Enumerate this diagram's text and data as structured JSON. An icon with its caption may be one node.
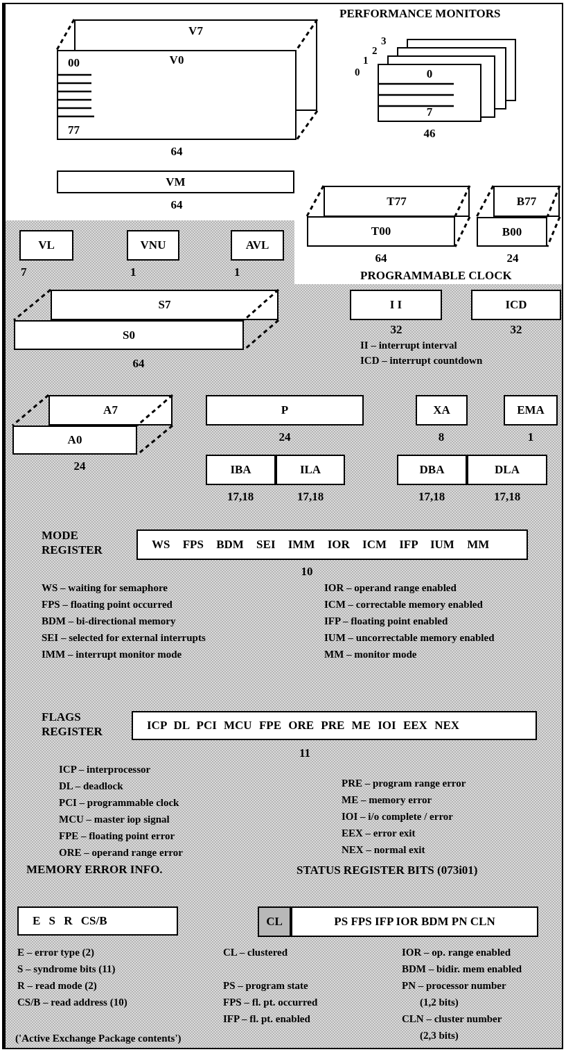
{
  "diagram": {
    "nodes": [
      {
        "text": [
          "V7"
        ]
      },
      {
        "text": [
          "00",
          "V0",
          "77"
        ],
        "beside": [
          "64"
        ]
      },
      {
        "text": [],
        "shape": "box"
      },
      {
        "text": [],
        "shape": "box"
      },
      {
        "text": [],
        "shape": "box"
      },
      {
        "text": [
          "0",
          "7"
        ],
        "beside": [
          "46"
        ]
      },
      {
        "text": [
          "VM"
        ],
        "beside": [
          "64"
        ]
      },
      {
        "text": [
          "T77"
        ]
      },
      {
        "text": [
          "T00"
        ],
        "beside": [
          "64"
        ]
      },
      {
        "text": [
          "B77"
        ]
      },
      {
        "text": [
          "B00"
        ],
        "beside": [
          "24"
        ]
      },
      {
        "text": [
          "VL"
        ],
        "beside": [
          "7"
        ]
      },
      {
        "text": [
          "VNU"
        ],
        "beside": [
          "1"
        ]
      },
      {
        "text": [
          "AVL"
        ],
        "beside": [
          "1"
        ]
      },
      {
        "text": [
          "S7"
        ]
      },
      {
        "text": [
          "S0"
        ],
        "beside": [
          "64"
        ]
      },
      {
        "text": [
          "I I"
        ],
        "beside": [
          "32"
        ]
      },
      {
        "text": [
          "ICD"
        ],
        "beside": [
          "32"
        ]
      },
      {
        "text": [
          "A7"
        ]
      },
      {
        "text": [
          "A0"
        ],
        "beside": [
          "24"
        ]
      },
      {
        "text": [
          "P"
        ],
        "beside": [
          "24"
        ]
      },
      {
        "text": [
          "XA"
        ],
        "beside": [
          "8"
        ]
      },
      {
        "text": [
          "EMA"
        ],
        "beside": [
          "1"
        ]
      },
      {
        "text": [
          "IBA"
        ],
        "beside": [
          "17,18"
        ]
      },
      {
        "text": [
          "ILA"
        ],
        "beside": [
          "17,18"
        ]
      },
      {
        "text": [
          "DBA"
        ],
        "beside": [
          "17,18"
        ]
      },
      {
        "text": [
          "DLA"
        ],
        "beside": [
          "17,18"
        ]
      },
      {
        "text": [
          "MODE REGISTER",
          "WS FPS BDM SEI IMM IOR ICM IFP IUM MM"
        ],
        "beside": [
          "10"
        ]
      },
      {
        "text": [
          "FLAGS REGISTER",
          "ICP DL PCI MCU FPE ORE PRE ME IOI EEX NEX"
        ],
        "beside": [
          "11"
        ]
      },
      {
        "text": [
          "MEMORY ERROR INFO.",
          "E S R CS/B"
        ]
      },
      {
        "text": [
          "CL"
        ]
      },
      {
        "text": [
          "PS FPS IFP IOR BDM PN CLN"
        ]
      }
    ],
    "edges": [
      {
        "from": 0,
        "to": 1,
        "arrow": "none",
        "style": "dashed"
      },
      {
        "from": 0,
        "to": 1,
        "arrow": "none",
        "style": "dashed"
      },
      {
        "from": 0,
        "to": 1,
        "arrow": "none",
        "style": "dashed"
      },
      {
        "from": 7,
        "to": 8,
        "arrow": "none",
        "style": "dashed"
      },
      {
        "from": 7,
        "to": 8,
        "arrow": "none",
        "style": "dashed"
      },
      {
        "from": 7,
        "to": 8,
        "arrow": "none",
        "style": "dashed"
      },
      {
        "from": 9,
        "to": 10,
        "arrow": "none",
        "style": "dashed"
      },
      {
        "from": 9,
        "to": 10,
        "arrow": "none",
        "style": "dashed"
      },
      {
        "from": 9,
        "to": 10,
        "arrow": "none",
        "style": "dashed"
      },
      {
        "from": 14,
        "to": 15,
        "arrow": "none",
        "style": "dashed"
      },
      {
        "from": 14,
        "to": 15,
        "arrow": "none",
        "style": "dashed"
      },
      {
        "from": 14,
        "to": 15,
        "arrow": "none",
        "style": "dashed"
      },
      {
        "from": 18,
        "to": 19,
        "arrow": "none",
        "style": "dashed"
      },
      {
        "from": 18,
        "to": 19,
        "arrow": "none",
        "style": "dashed"
      },
      {
        "from": 18,
        "to": 19,
        "arrow": "none",
        "style": "dashed"
      }
    ],
    "labels": [
      "PERFORMANCE MONITORS",
      "0",
      "1",
      "2",
      "3",
      "PROGRAMMABLE CLOCK",
      "II – interrupt interval",
      "ICD – interrupt countdown",
      "WS – waiting for semaphore",
      "FPS – floating point occurred",
      "BDM – bi-directional memory",
      "SEI – selected for external interrupts",
      "IMM – interrupt monitor mode",
      "IOR – operand range enabled",
      "ICM – correctable memory enabled",
      "IFP – floating point enabled",
      "IUM – uncorrectable memory enabled",
      "MM – monitor mode",
      "ICP – interprocessor",
      "DL – deadlock",
      "PCI – programmable clock",
      "MCU – master iop signal",
      "FPE – floating point error",
      "ORE – operand range error",
      "PRE – program range error",
      "ME – memory error",
      "IOI – i/o complete / error",
      "EEX – error exit",
      "NEX – normal exit",
      "STATUS REGISTER BITS (073i01)",
      "E – error type (2)",
      "S – syndrome bits (11)",
      "R – read mode (2)",
      "CS/B – read address (10)",
      "CL – clustered",
      "PS – program state",
      "FPS – fl. pt. occurred",
      "IFP – fl. pt. enabled",
      "IOR – op. range enabled",
      "BDM – bidir. mem enabled",
      "PN – processor number (1,2 bits)",
      "CLN – cluster number (2,3 bits)",
      "('Active Exchange Package contents')"
    ]
  }
}
